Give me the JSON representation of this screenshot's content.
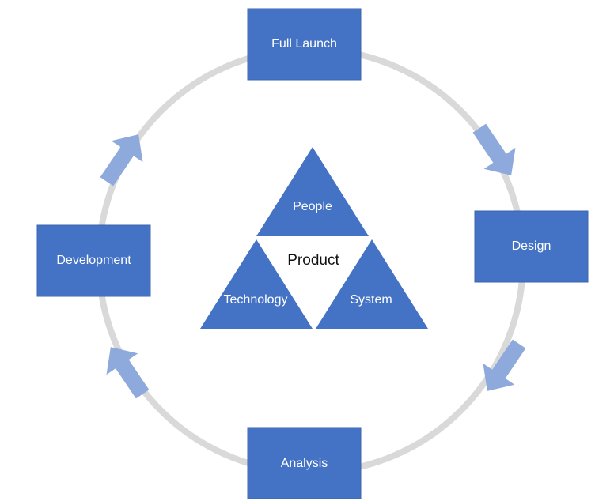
{
  "colors": {
    "box_fill": "#4472C4",
    "box_border": "#3B64AE",
    "arrow_fill": "#8EA9DB",
    "cycle_ring": "#D9D9D9",
    "triangle_fill": "#4472C4",
    "label_text": "#FFFFFF",
    "center_text": "#111111"
  },
  "cycle": {
    "stages": {
      "full_launch": "Full Launch",
      "design": "Design",
      "analysis": "Analysis",
      "development": "Development"
    },
    "arrows": [
      {
        "icon": "arrow-icon",
        "from": "Full Launch",
        "to": "Design"
      },
      {
        "icon": "arrow-icon",
        "from": "Design",
        "to": "Analysis"
      },
      {
        "icon": "arrow-icon",
        "from": "Analysis",
        "to": "Development"
      },
      {
        "icon": "arrow-icon",
        "from": "Development",
        "to": "Full Launch"
      }
    ]
  },
  "triad": {
    "top": "People",
    "left": "Technology",
    "right": "System",
    "center": "Product"
  }
}
